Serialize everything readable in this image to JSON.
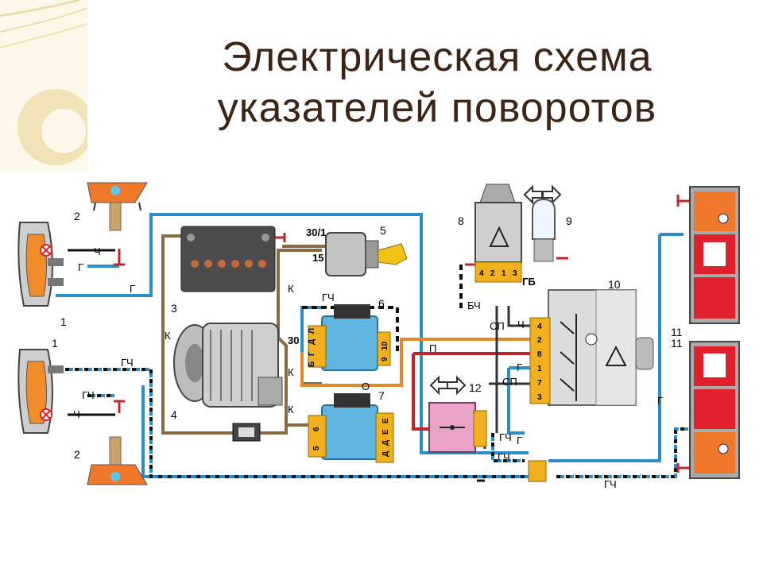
{
  "title": {
    "line1": "Электрическая схема",
    "line2": "указателей поворотов"
  },
  "colors": {
    "title": "#3c2416",
    "wire_blue": "#2a8fc9",
    "wire_brown": "#8c6a44",
    "wire_red": "#c0252c",
    "wire_orange": "#e08a2a",
    "wire_black": "#111111",
    "relay_blue": "#5fb6e0",
    "connector_yellow": "#f2b01c",
    "lamp_red": "#e0202a",
    "lamp_orange": "#f0782a",
    "unit_gray": "#d7d7d7",
    "pink_module": "#e9a3c9",
    "deco_cream": "#f1e3b7"
  },
  "diagram": {
    "component_numbers": {
      "n1a": "1",
      "n1b": "1",
      "n2a": "2",
      "n2b": "2",
      "n3": "3",
      "n4": "4",
      "n5": "5",
      "n6": "6",
      "n7": "7",
      "n8": "8",
      "n9": "9",
      "n10": "10",
      "n11a": "11",
      "n11b": "11",
      "n12": "12"
    },
    "wire_labels": {
      "ch1": "Ч",
      "g1": "Г",
      "g2": "Г",
      "gch1": "ГЧ",
      "gch2": "ГЧ",
      "ch2": "Ч",
      "k1": "К",
      "k2": "К",
      "k3": "К",
      "k4": "К",
      "gch3": "ГЧ",
      "o1": "О",
      "sp1": "СП",
      "ch3": "Ч",
      "bch": "БЧ",
      "gb": "ГБ",
      "p1": "П",
      "g3": "Г",
      "sp2": "СП",
      "gch4": "ГЧ",
      "g4": "Г",
      "gch5": "ГЧ",
      "gch6": "ГЧ",
      "g5": "Г",
      "t30": "30",
      "t301": "30/1",
      "t15": "15"
    },
    "relay6_pins": [
      "Б",
      "Г",
      "Д",
      "Л"
    ],
    "relay6_right": [
      "10",
      "9"
    ],
    "relay7_left": [
      "6",
      "5"
    ],
    "relay7_right": [
      "Е",
      "Е",
      "Д",
      "Д"
    ],
    "switch8_pins": [
      "4",
      "2",
      "1",
      "3"
    ],
    "unit10_pins": [
      "4",
      "2",
      "8",
      "1",
      "7",
      "3"
    ],
    "arrows_label": "⇦⇨"
  }
}
